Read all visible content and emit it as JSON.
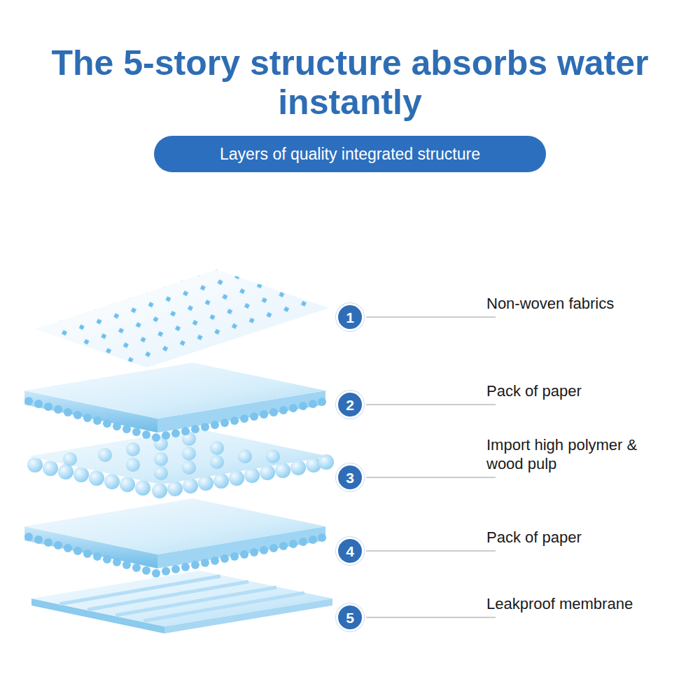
{
  "diagram": {
    "title": "The 5-story structure absorbs water instantly",
    "nodes": [
      {
        "text": [
          "Layers of quality integrated structure"
        ]
      },
      {
        "text": [
          "1"
        ]
      },
      {
        "text": [
          "2"
        ]
      },
      {
        "text": [
          "3"
        ]
      },
      {
        "text": [
          "4"
        ]
      },
      {
        "text": [
          "5"
        ]
      }
    ],
    "labels": [
      "Non-woven fabrics",
      "Pack of paper",
      "Import high polymer & wood pulp",
      "Pack of paper",
      "Leakproof membrane"
    ]
  }
}
